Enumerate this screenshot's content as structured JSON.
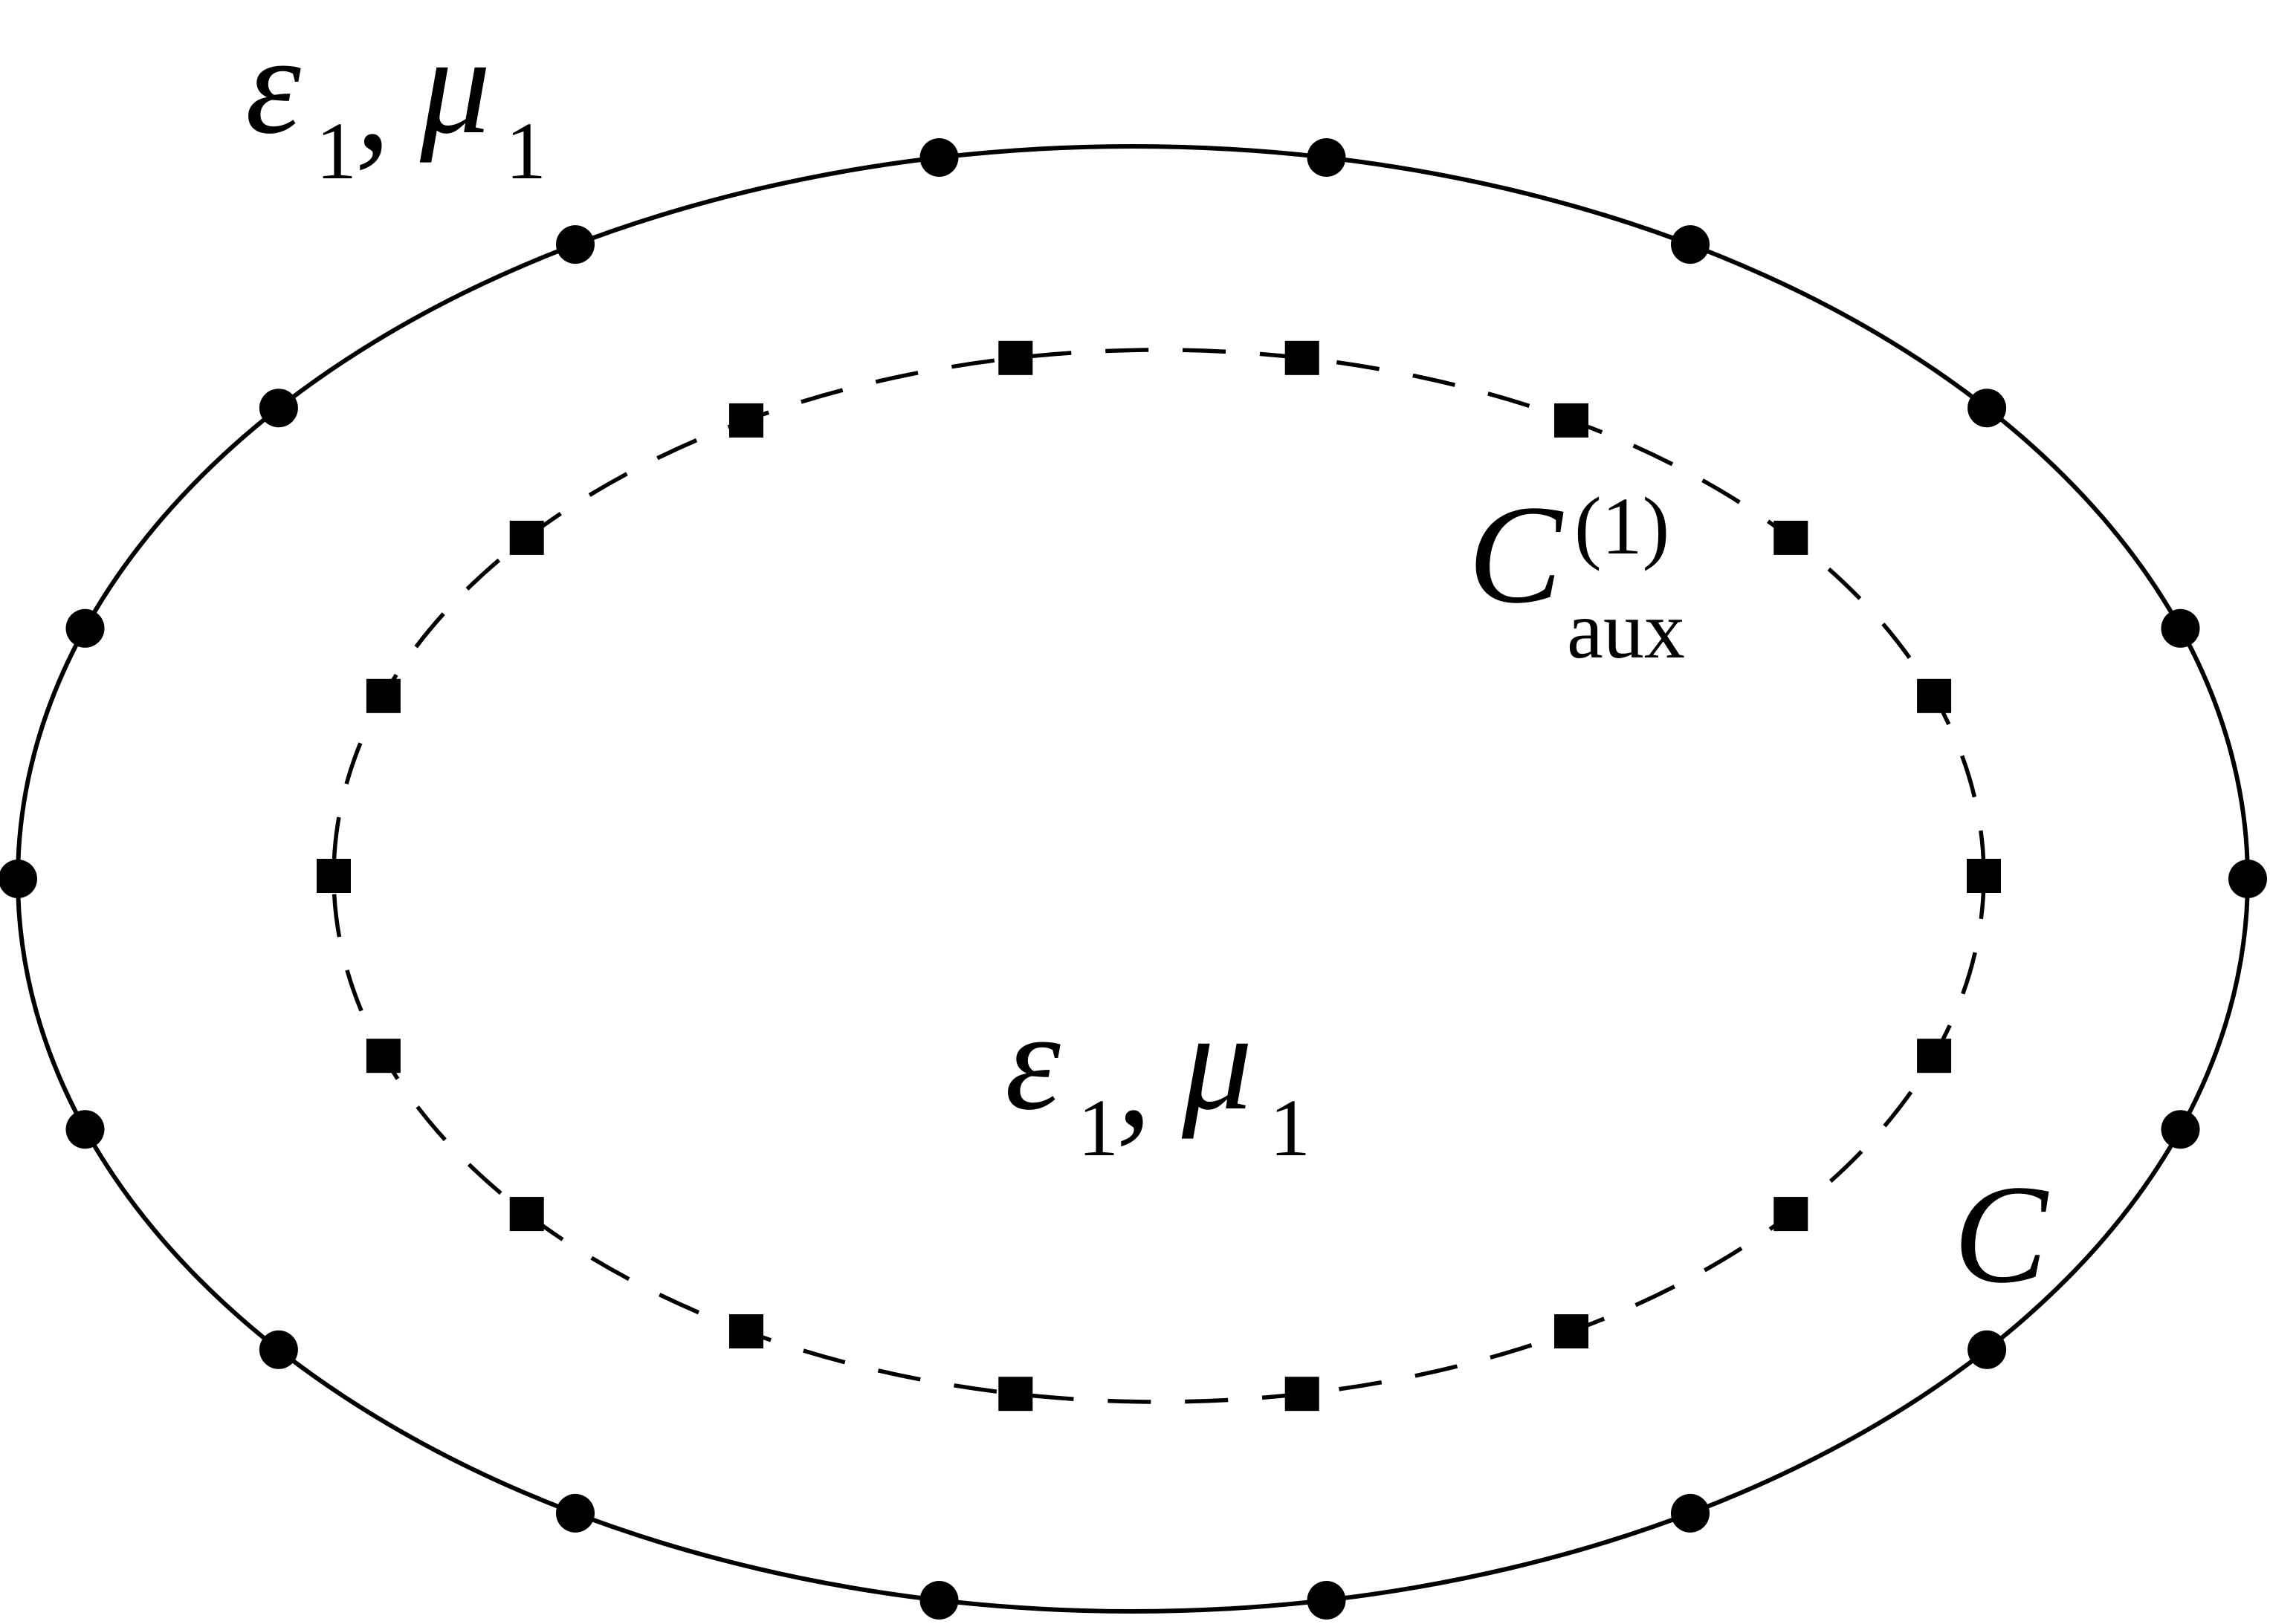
{
  "labels": {
    "outer_medium": {
      "eps": "ε",
      "eps_sub": "1",
      "comma": ",",
      "mu": "μ",
      "mu_sub": "1"
    },
    "inner_medium": {
      "eps": "ε",
      "eps_sub": "1",
      "comma": ",",
      "mu": "μ",
      "mu_sub": "1"
    },
    "aux_contour": {
      "symbol": "C",
      "superscript": "(1)",
      "subscript": "aux"
    },
    "contour": {
      "symbol": "C"
    }
  },
  "outer_contour": {
    "line_style": "solid",
    "marker": "circle",
    "marker_count": 18
  },
  "aux_contour_curve": {
    "line_style": "dashed",
    "marker": "square",
    "marker_count": 18
  }
}
